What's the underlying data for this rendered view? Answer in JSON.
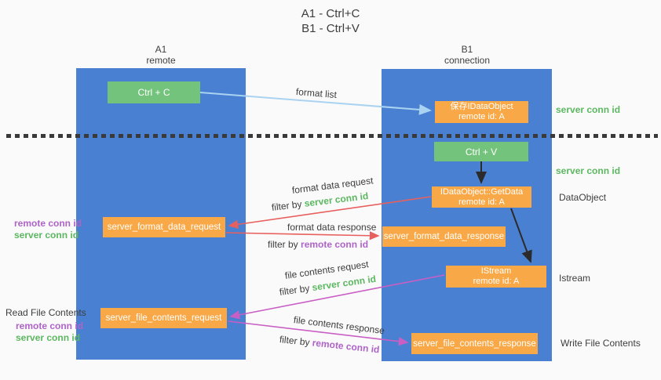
{
  "title": {
    "line1": "A1 - Ctrl+C",
    "line2": "B1 - Ctrl+V"
  },
  "lifelines": {
    "a": {
      "name": "A1",
      "role": "remote"
    },
    "b": {
      "name": "B1",
      "role": "connection"
    }
  },
  "boxes": {
    "ctrl_c": "Ctrl + C",
    "ctrl_v": "Ctrl + V",
    "save_dataobject": {
      "title": "保存IDataObject",
      "subtitle": "remote id: A"
    },
    "getdata": {
      "title": "IDataObject::GetData",
      "subtitle": "remote id: A"
    },
    "istream": {
      "title": "IStream",
      "subtitle": "remote id: A"
    },
    "server_format_data_request": "server_format_data_request",
    "server_format_data_response": "server_format_data_response",
    "server_file_contents_request": "server_file_contents_request",
    "server_file_contents_response": "server_file_contents_response"
  },
  "flow_labels": {
    "format_list": "format list",
    "format_data_request": "format data request",
    "format_data_response": "format data response",
    "file_contents_request": "file contents request",
    "file_contents_response": "file contents response",
    "filter_by": "filter by",
    "server_conn_id": "server conn id",
    "remote_conn_id": "remote conn id"
  },
  "side_labels": {
    "server_conn_id_top": "server conn id",
    "server_conn_id_mid": "server conn id",
    "dataobject": "DataObject",
    "istream": "Istream",
    "read_file_contents": "Read File Contents",
    "write_file_contents": "Write File Contents",
    "remote_conn_id": "remote conn id",
    "server_conn_id": "server conn id"
  },
  "colors": {
    "lifeline_blue": "#4a80d2",
    "green_box": "#74c37c",
    "orange_box": "#f9a847",
    "green_text": "#5cb860",
    "purple_text": "#af63c9",
    "red_arrow": "#e8605e",
    "magenta_arrow": "#c95fc4",
    "light_blue_arrow": "#a9d3f1",
    "black_arrow": "#2b2b2b",
    "background": "#fafafa"
  }
}
